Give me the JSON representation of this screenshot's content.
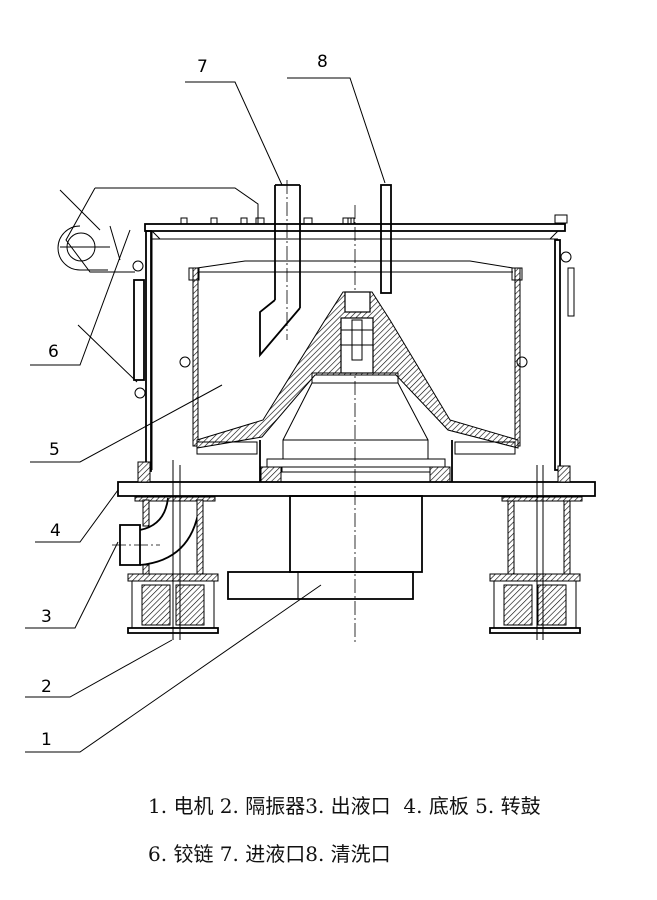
{
  "part_numbers": {
    "p1": "1",
    "p2": "2",
    "p3": "3",
    "p4": "4",
    "p5": "5",
    "p6": "6",
    "p7": "7",
    "p8": "8"
  },
  "caption": {
    "line1": "1. 电机 2. 隔振器3. 出液口  4. 底板 5. 转鼓",
    "line2": "6. 铰链 7. 进液口8. 清洗口"
  },
  "legend": [
    {
      "no": "1",
      "name": "电机"
    },
    {
      "no": "2",
      "name": "隔振器"
    },
    {
      "no": "3",
      "name": "出液口"
    },
    {
      "no": "4",
      "name": "底板"
    },
    {
      "no": "5",
      "name": "转鼓"
    },
    {
      "no": "6",
      "name": "铰链"
    },
    {
      "no": "7",
      "name": "进液口"
    },
    {
      "no": "8",
      "name": "清洗口"
    }
  ]
}
